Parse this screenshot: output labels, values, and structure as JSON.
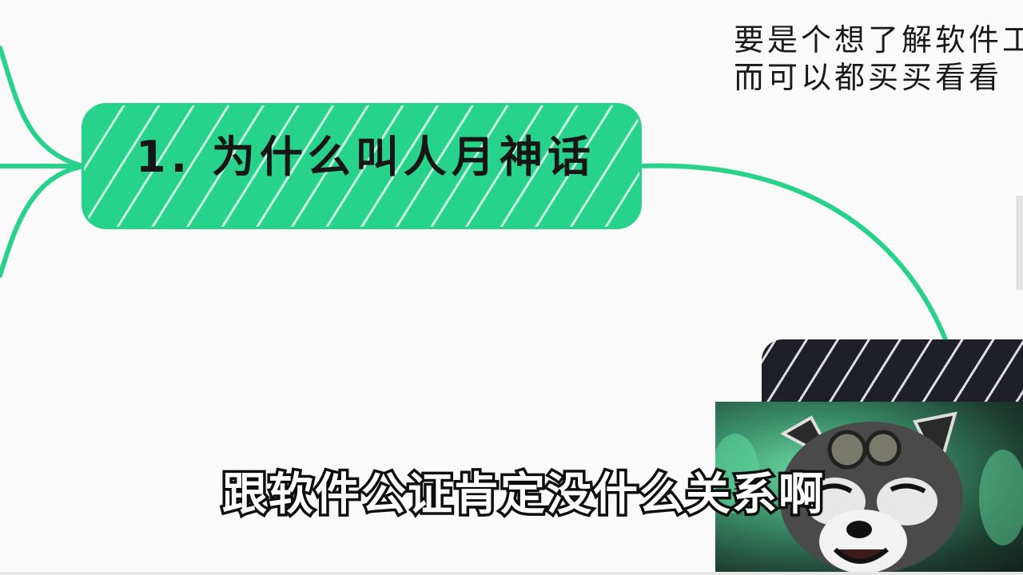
{
  "mindmap": {
    "title_node": {
      "label": "1. 为什么叫人月神话",
      "color": "#27d38a"
    },
    "dark_node": {
      "color": "#1f2027"
    },
    "connector_color": "#27d38a",
    "note": {
      "lines": [
        "要是个想了解软件工",
        "而可以都买买看看"
      ]
    }
  },
  "overlay": {
    "subtitle": "跟软件公证肯定没什么关系啊",
    "webcam_subject": "red-panda-avatar"
  }
}
